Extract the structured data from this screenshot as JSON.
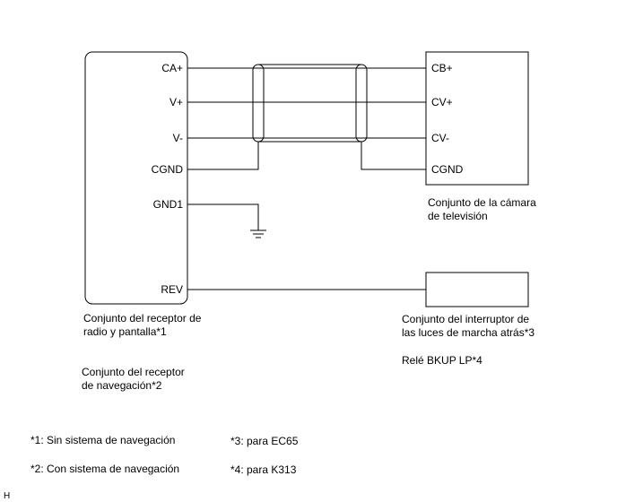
{
  "colors": {
    "line": "#000000",
    "background": "#ffffff"
  },
  "radio_unit": {
    "pins": {
      "ca_plus": "CA+",
      "v_plus": "V+",
      "v_minus": "V-",
      "cgnd": "CGND",
      "gnd1": "GND1",
      "rev": "REV"
    },
    "label_line1": "Conjunto del receptor de",
    "label_line2": "radio y pantalla*1",
    "alt_label_line1": "Conjunto del receptor",
    "alt_label_line2": "de navegación*2"
  },
  "camera_unit": {
    "pins": {
      "cb_plus": "CB+",
      "cv_plus": "CV+",
      "cv_minus": "CV-",
      "cgnd": "CGND"
    },
    "label_line1": "Conjunto de la cámara",
    "label_line2": "de televisión"
  },
  "switch_unit": {
    "label_line1": "Conjunto del interruptor de",
    "label_line2": "las luces de marcha atrás*3",
    "alt_label": "Relé BKUP LP*4"
  },
  "notes": {
    "note1": "*1: Sin sistema de navegación",
    "note2": "*2: Con sistema de navegación",
    "note3": "*3: para EC65",
    "note4": "*4: para K313"
  },
  "corner_mark": "H"
}
